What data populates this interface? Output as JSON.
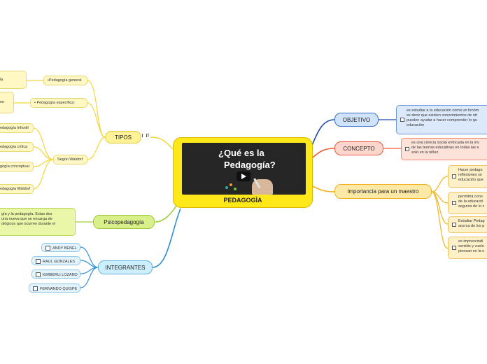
{
  "central": {
    "caption": "PEDAGOGÌA",
    "video_title_line1": "¿Qué es la",
    "video_title_line2": "Pedagogía?"
  },
  "left": {
    "tipos": {
      "label": "TIPOS",
      "badge": "3",
      "pedagogia_general": "•Pedagogía general",
      "pedagogia_especifica": "•     Pedagogía específica:",
      "segun_waldorf": "Según Waldorf",
      "general_child": "la",
      "especifica_child": "en",
      "waldorf_items": [
        "edagogía Infantil",
        "edagogía crítica",
        "gogía conceptual",
        "edagogía Waldorf"
      ]
    },
    "psicopedagogia": {
      "label": "Psicopedagogía",
      "text_lines": [
        "gía y la pedagogía. Estas dos",
        "una nueva que se encarga de",
        "ológicos que ocurren durante el"
      ]
    },
    "integrantes": {
      "label": "INTEGRANTES",
      "members": [
        "ANDY BENEL",
        "RAUL GONZALES",
        "KIMBERLI LOZANO",
        "FERNANDO QUISPE"
      ]
    }
  },
  "right": {
    "objetivo": {
      "label": "OBJETIVO",
      "text_lines": [
        "es estudiar a la educación como un fenóm",
        "es decir que existen conocimientos de otr",
        "pueden ayudar a hacer comprender lo qu",
        "educación"
      ]
    },
    "concepto": {
      "label": "CONCEPTO",
      "text_lines": [
        "es una ciencia social enfocada en la inv",
        "de las teorías educativas en todas las e",
        "solo en la niñez."
      ]
    },
    "importancia": {
      "label": "importancia para un maestro",
      "items": [
        [
          "Hacer pedago",
          "reflexiones so",
          "educación que"
        ],
        [
          "permitirá cono",
          "de la educació",
          "seguros de lo c"
        ],
        [
          "Estudiar Pedag",
          "acerca de los p"
        ],
        [
          "es imprescindi",
          "sentido y vuelo",
          "piensan en la e"
        ]
      ]
    }
  },
  "colors": {
    "central_fill": "#ffe81a",
    "yellow_branch": "#f3d63a",
    "green_branch": "#a3cf3a",
    "blue_branch": "#2f8fd4",
    "navy_branch": "#1e4aa8",
    "red_branch": "#ee5a3a",
    "orange_branch": "#f2b21f"
  }
}
